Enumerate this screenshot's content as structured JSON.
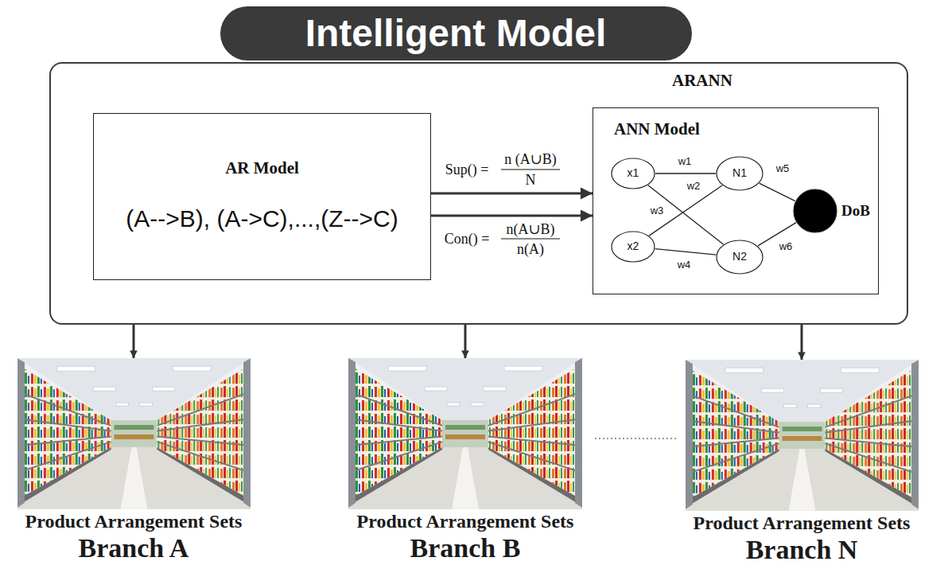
{
  "diagram": {
    "title": "Intelligent Model",
    "nodes": [
      {
        "text": [
          "ARANN"
        ]
      },
      {
        "text": [
          "AR Model",
          "(A-->B), (A->C),...,(Z-->C)"
        ],
        "in": 0
      },
      {
        "text": [
          "ANN Model"
        ],
        "in": 0
      },
      {
        "text": [
          "x1"
        ],
        "in": 2
      },
      {
        "text": [
          "x2"
        ],
        "in": 2
      },
      {
        "text": [
          "N1"
        ],
        "in": 2
      },
      {
        "text": [
          "N2"
        ],
        "in": 2
      },
      {
        "text": [
          "DoB"
        ],
        "in": 2
      },
      {
        "text": [
          "Product Arrangement Sets",
          "Branch A"
        ]
      },
      {
        "text": [
          "Product Arrangement Sets",
          "Branch B"
        ]
      },
      {
        "text": [
          "Product Arrangement Sets",
          "Branch N"
        ]
      }
    ],
    "edges": [
      {
        "from": 1,
        "to": 2,
        "arrow": "to",
        "label": "Sup() ="
      },
      {
        "from": 1,
        "to": 2,
        "arrow": "to",
        "label": "Con() ="
      },
      {
        "from": 3,
        "to": 5,
        "arrow": "none",
        "label": "w1"
      },
      {
        "from": 3,
        "to": 6,
        "arrow": "none",
        "label": "w2"
      },
      {
        "from": 4,
        "to": 5,
        "arrow": "none",
        "label": "w3"
      },
      {
        "from": 4,
        "to": 6,
        "arrow": "none",
        "label": "w4"
      },
      {
        "from": 5,
        "to": 7,
        "arrow": "none",
        "label": "w5"
      },
      {
        "from": 6,
        "to": 7,
        "arrow": "none",
        "label": "w6"
      },
      {
        "from": 0,
        "to": 8,
        "arrow": "to"
      },
      {
        "from": 0,
        "to": 9,
        "arrow": "to"
      },
      {
        "from": 0,
        "to": 10,
        "arrow": "to"
      }
    ],
    "labels": [
      "n (A∪B)",
      "N",
      "n(A∪B)",
      "n(A)"
    ]
  }
}
